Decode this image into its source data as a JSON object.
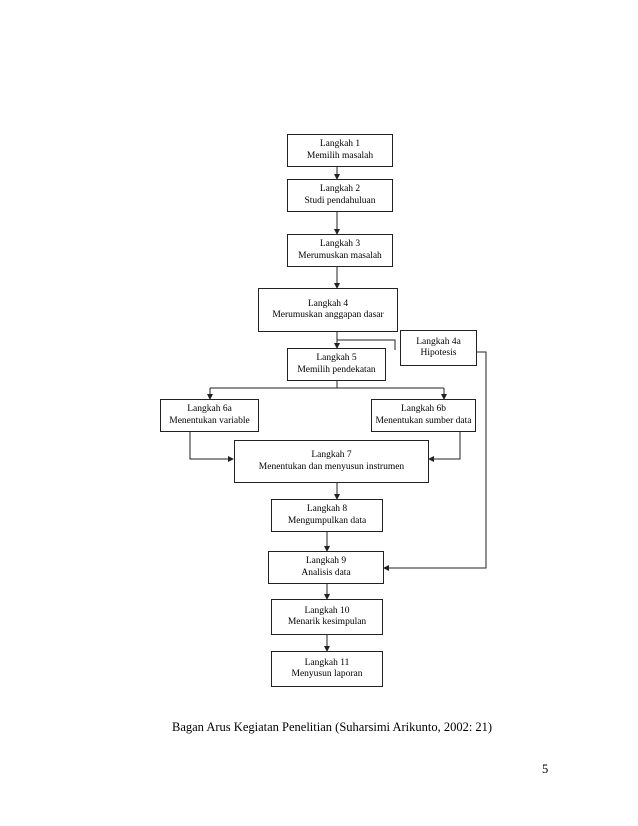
{
  "steps": {
    "s1": {
      "title": "Langkah 1",
      "desc": "Memilih masalah"
    },
    "s2": {
      "title": "Langkah 2",
      "desc": "Studi pendahuluan"
    },
    "s3": {
      "title": "Langkah 3",
      "desc": "Merumuskan masalah"
    },
    "s4": {
      "title": "Langkah 4",
      "desc": "Merumuskan anggapan dasar"
    },
    "s4a": {
      "title": "Langkah 4a",
      "desc": "Hipotesis"
    },
    "s5": {
      "title": "Langkah 5",
      "desc": "Memilih pendekatan"
    },
    "s6a": {
      "title": "Langkah 6a",
      "desc": "Menentukan variable"
    },
    "s6b": {
      "title": "Langkah 6b",
      "desc": "Menentukan sumber data"
    },
    "s7": {
      "title": "Langkah 7",
      "desc": "Menentukan dan menyusun instrumen"
    },
    "s8": {
      "title": "Langkah 8",
      "desc": "Mengumpulkan data"
    },
    "s9": {
      "title": "Langkah 9",
      "desc": "Analisis data"
    },
    "s10": {
      "title": "Langkah 10",
      "desc": "Menarik kesimpulan"
    },
    "s11": {
      "title": "Langkah 11",
      "desc": "Menyusun laporan"
    }
  },
  "caption": "Bagan Arus Kegiatan Penelitian (Suharsimi Arikunto, 2002: 21)",
  "page_number": "5"
}
